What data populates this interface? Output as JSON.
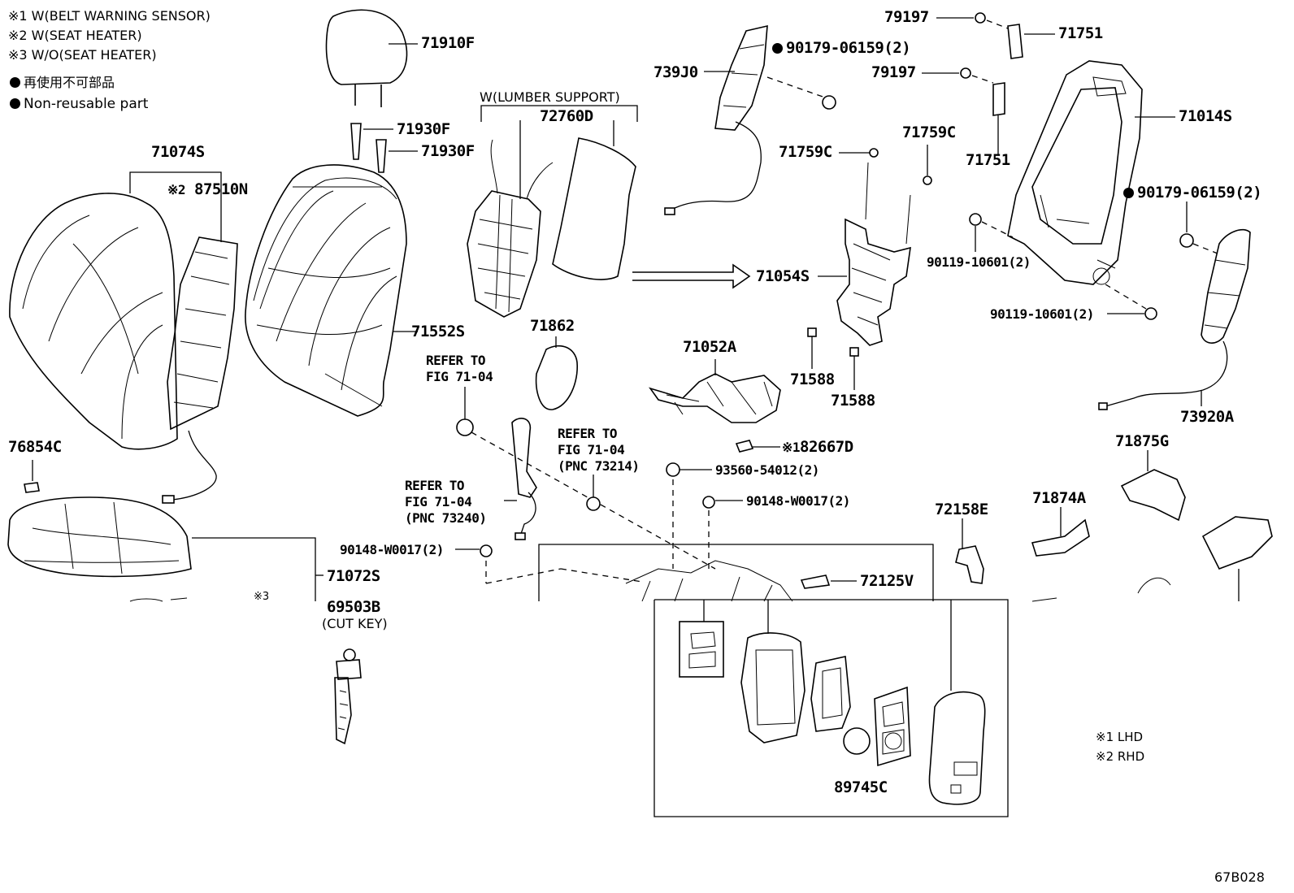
{
  "legend": {
    "note1": "※1 W(BELT WARNING SENSOR)",
    "note2": "※2 W(SEAT HEATER)",
    "note3": "※3 W/O(SEAT HEATER)",
    "non_reusable_jp": "再使用不可部品",
    "non_reusable_en": "Non-reusable part",
    "hand1": "※1  LHD",
    "hand2": "※2  RHD"
  },
  "figure_id": "67B028",
  "group_titles": {
    "lumbar": "W(LUMBER SUPPORT)",
    "cut_key": "(CUT KEY)"
  },
  "parts": {
    "p71910F": "71910F",
    "p71930F_a": "71930F",
    "p71930F_b": "71930F",
    "p71074S": "71074S",
    "p87510N": "87510N",
    "p87510N_mark": "※2",
    "p71552S": "71552S",
    "p72760D": "72760D",
    "p739J0": "739J0",
    "p90179_a": "90179-06159(2)",
    "p79197_a": "79197",
    "p71751_a": "71751",
    "p79197_b": "79197",
    "p71751_b": "71751",
    "p71014S": "71014S",
    "p71759C_a": "71759C",
    "p71759C_b": "71759C",
    "p90179_b": "90179-06159(2)",
    "p90119_a": "90119-10601(2)",
    "p90119_b": "90119-10601(2)",
    "p71054S": "71054S",
    "p71862": "71862",
    "p71052A": "71052A",
    "p71588_a": "71588",
    "p71588_b": "71588",
    "p73920A": "73920A",
    "p82667D": "82667D",
    "p82667D_mark": "※1",
    "p93560": "93560-54012(2)",
    "p90148_a": "90148-W0017(2)",
    "p90148_b": "90148-W0017(2)",
    "p76854C": "76854C",
    "p71072S": "71072S",
    "p69503B": "69503B",
    "p72158E": "72158E",
    "p72125V": "72125V",
    "p71874A": "71874A",
    "p71875G": "71875G",
    "p89745C": "89745C",
    "p_mark3": "※3"
  },
  "refs": {
    "r1_line1": "REFER TO",
    "r1_line2": "FIG 71-04",
    "r2_line1": "REFER TO",
    "r2_line2": "FIG 71-04",
    "r2_line3": "(PNC 73214)",
    "r3_line1": "REFER TO",
    "r3_line2": "FIG 71-04",
    "r3_line3": "(PNC 73240)"
  }
}
